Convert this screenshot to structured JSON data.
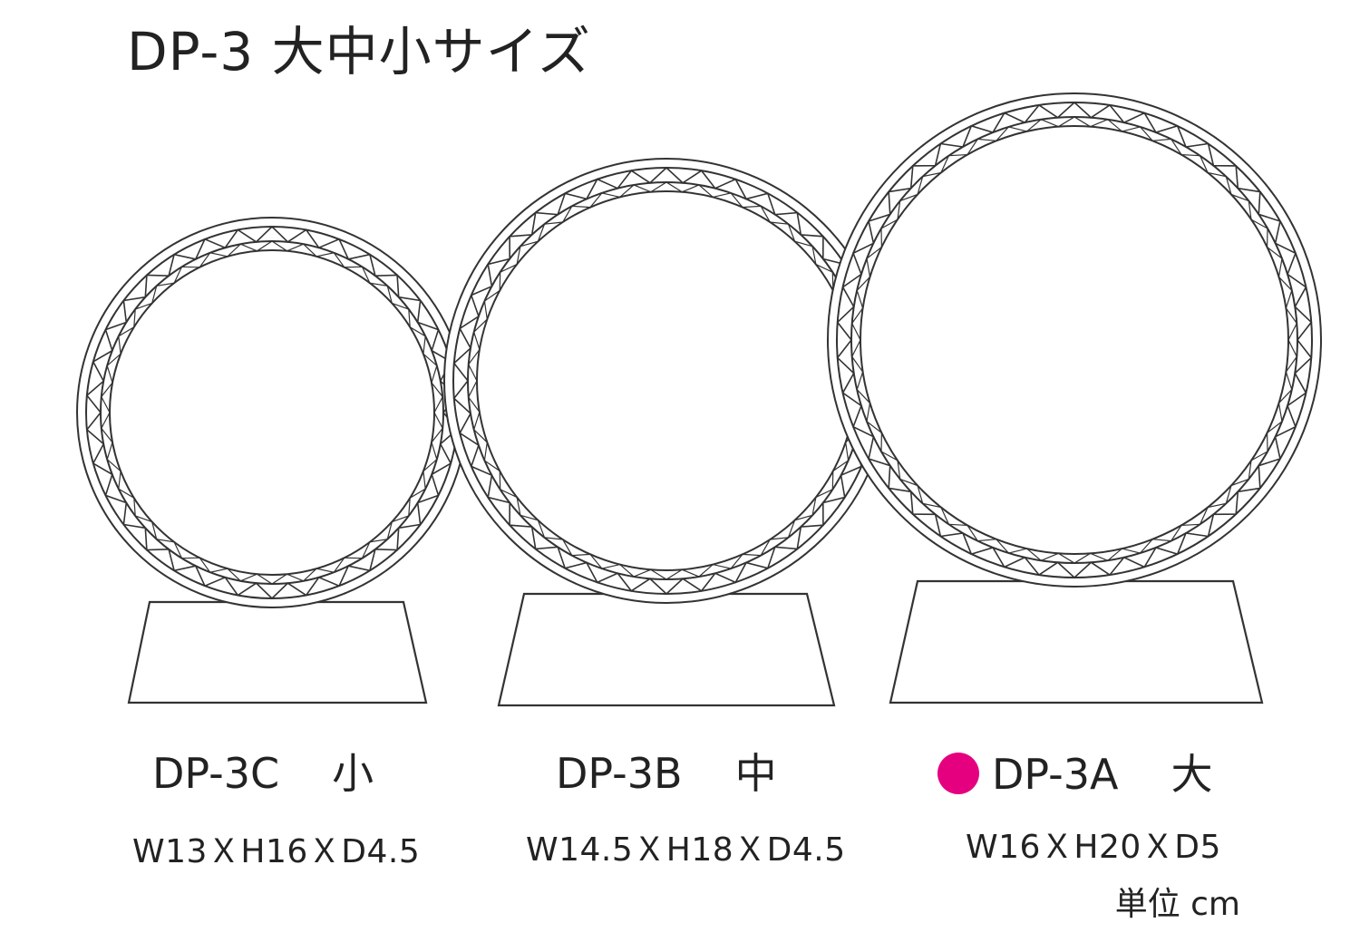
{
  "title": "DP-3 大中小サイズ",
  "marker_color": "#e5007f",
  "stroke_color": "#333333",
  "unit_note": "単位 cm",
  "products": [
    {
      "code": "DP-3C",
      "size_jp": "小",
      "dimensions": "W13ＸH16ＸD4.5",
      "marked": false
    },
    {
      "code": "DP-3B",
      "size_jp": "中",
      "dimensions": "W14.5ＸH18ＸD4.5",
      "marked": false
    },
    {
      "code": "DP-3A",
      "size_jp": "大",
      "dimensions": "W16ＸH20ＸD5",
      "marked": true
    }
  ]
}
